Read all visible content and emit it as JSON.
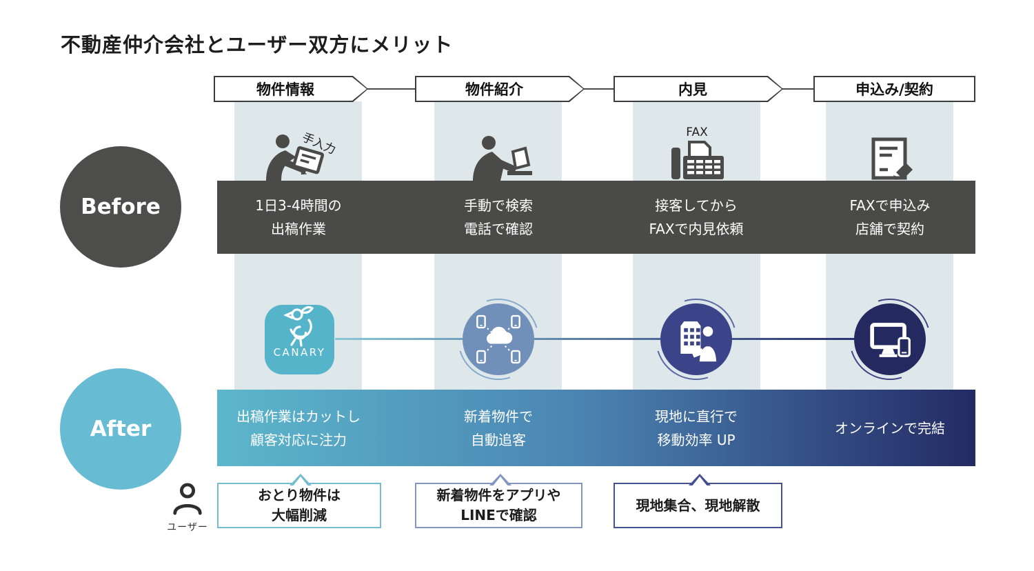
{
  "title": "不動産仲介会社とユーザー双方にメリット",
  "stages": [
    {
      "label": "物件情報"
    },
    {
      "label": "物件紹介"
    },
    {
      "label": "内見"
    },
    {
      "label": "申込み/契約"
    }
  ],
  "before": {
    "label": "Before",
    "items": [
      {
        "icon": "person-writing-icon",
        "note": "手入力",
        "line1": "1日3-4時間の",
        "line2": "出稿作業"
      },
      {
        "icon": "person-laptop-icon",
        "line1": "手動で検索",
        "line2": "電話で確認"
      },
      {
        "icon": "fax-machine-icon",
        "note": "FAX",
        "line1": "接客してから",
        "line2": "FAXで内見依頼"
      },
      {
        "icon": "document-pencil-icon",
        "line1": "FAXで申込み",
        "line2": "店舗で契約"
      }
    ]
  },
  "after": {
    "label": "After",
    "brand": "CANARY",
    "items": [
      {
        "icon": "canary-app-icon",
        "line1": "出稿作業はカットし",
        "line2": "顧客対応に注力"
      },
      {
        "icon": "cloud-sync-icon",
        "line1": "新着物件で",
        "line2": "自動追客"
      },
      {
        "icon": "building-agent-icon",
        "line1": "現地に直行で",
        "line2": "移動効率 UP"
      },
      {
        "icon": "devices-online-icon",
        "line1": "オンラインで完結",
        "line2": ""
      }
    ]
  },
  "callouts": [
    {
      "line1": "おとり物件は",
      "line2": "大幅削減"
    },
    {
      "line1": "新着物件をアプリや",
      "line2": "LINEで確認"
    },
    {
      "line1": "現地集合、現地解散",
      "line2": ""
    }
  ],
  "user_label": "ユーザー",
  "colors": {
    "column_bg": "#dee7ea",
    "before_band": "#4a4a48",
    "before_circle": "#4d4d4b",
    "after_circle": "#67bcd4",
    "after_gradient_start": "#5cb7cc",
    "after_gradient_end": "#242a64",
    "canary_teal": "#55b4ca",
    "cloud_circle": "#7090ba",
    "building_circle": "#3c4489",
    "devices_circle": "#24295f",
    "callout_border_1": "#74bcd0",
    "callout_border_2": "#8495c2",
    "callout_border_3": "#47508f"
  }
}
